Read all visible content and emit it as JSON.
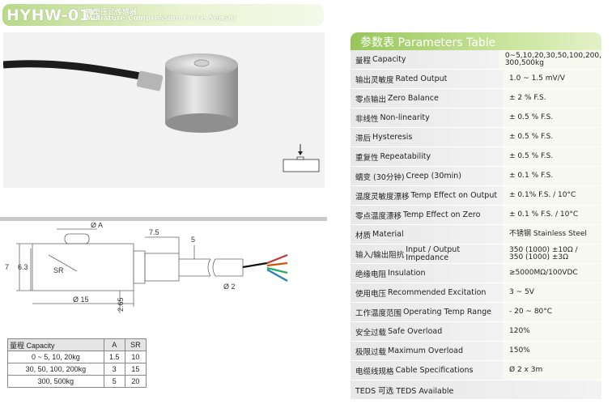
{
  "title": {
    "model": "HYHW-015",
    "cn": "微型压式传感器",
    "en": "Miniature Compression  Force Sensor"
  },
  "drawing": {
    "dim_a": "Ø A",
    "dim_7_5": "7.5",
    "dim_5": "5",
    "dim_7": "7",
    "dim_6_3": "6.3",
    "dim_sr": "SR",
    "dim_15": "Ø 15",
    "dim_2_65": "2.65",
    "dim_2": "Ø 2"
  },
  "spec_table": {
    "headers": [
      "量程 Capacity",
      "A",
      "SR"
    ],
    "rows": [
      [
        "0 ~ 5, 10, 20kg",
        "1.5",
        "10"
      ],
      [
        "30, 50, 100, 200kg",
        "3",
        "15"
      ],
      [
        "300, 500kg",
        "5",
        "20"
      ]
    ]
  },
  "params": {
    "heading": "参数表  Parameters Table",
    "rows": [
      {
        "cn": "量程",
        "en": "Capacity",
        "value": "0~5,10,20,30,50,100,200,\n300,500kg"
      },
      {
        "cn": "输出灵敏度",
        "en": "Rated Output",
        "value": "1.0 ~ 1.5 mV/V"
      },
      {
        "cn": "零点输出",
        "en": "Zero Balance",
        "value": "± 2 % F.S."
      },
      {
        "cn": "非线性",
        "en": "Non-linearity",
        "value": "± 0.5 % F.S."
      },
      {
        "cn": "滞后",
        "en": "Hysteresis",
        "value": "± 0.5 % F.S."
      },
      {
        "cn": "重复性",
        "en": "Repeatability",
        "value": "± 0.5 % F.S."
      },
      {
        "cn": "蠕变 (30分钟)",
        "en": "Creep (30min)",
        "value": "± 0.1 % F.S."
      },
      {
        "cn": "温度灵敏度漂移",
        "en": "Temp Effect on Output",
        "value": "± 0.1% F.S. / 10°C"
      },
      {
        "cn": "零点温度漂移",
        "en": "Temp Effect on Zero",
        "value": "± 0.1 % F.S. / 10°C"
      },
      {
        "cn": "材质",
        "en": "Material",
        "value": "不锈钢 Stainless Steel"
      },
      {
        "cn": "输入/输出阻抗",
        "en": "Input / Output\nImpedance",
        "value": "350 (1000) ±10Ω /\n350 (1000) ±3Ω"
      },
      {
        "cn": "绝缘电阻",
        "en": "Insulation",
        "value": "≥5000MΩ/100VDC"
      },
      {
        "cn": "使用电压",
        "en": "Recommended Excitation",
        "value": "3 ~ 5V"
      },
      {
        "cn": "工作温度范围",
        "en": "Operating Temp  Range",
        "value": "- 20 ~ 80°C"
      },
      {
        "cn": "安全过载",
        "en": "Safe Overload",
        "value": "120%"
      },
      {
        "cn": "极限过载",
        "en": "Maximum Overload",
        "value": "150%"
      },
      {
        "cn": "电缆线规格",
        "en": "Cable Specifications",
        "value": "Ø 2 x 3m"
      }
    ],
    "footer": "TEDS 可选 TEDS Available"
  }
}
